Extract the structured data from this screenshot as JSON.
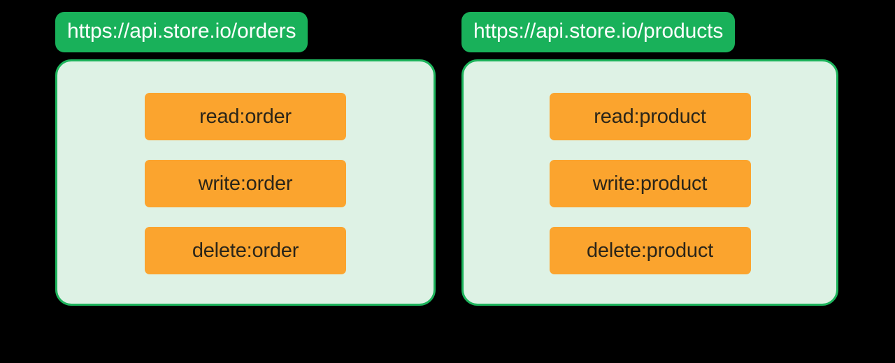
{
  "background_color": "#000000",
  "theme": {
    "accent_green": "#1DB45C",
    "pill_green": "#19B15A",
    "panel_fill": "#DEF2E5",
    "chip_orange": "#FBA42E",
    "chip_text": "#2B2519",
    "pill_text": "#FFFFFF"
  },
  "resources": [
    {
      "endpoint": "https://api.store.io/orders",
      "scopes": [
        {
          "label": "read:order"
        },
        {
          "label": "write:order"
        },
        {
          "label": "delete:order"
        }
      ]
    },
    {
      "endpoint": "https://api.store.io/products",
      "scopes": [
        {
          "label": "read:product"
        },
        {
          "label": "write:product"
        },
        {
          "label": "delete:product"
        }
      ]
    }
  ]
}
